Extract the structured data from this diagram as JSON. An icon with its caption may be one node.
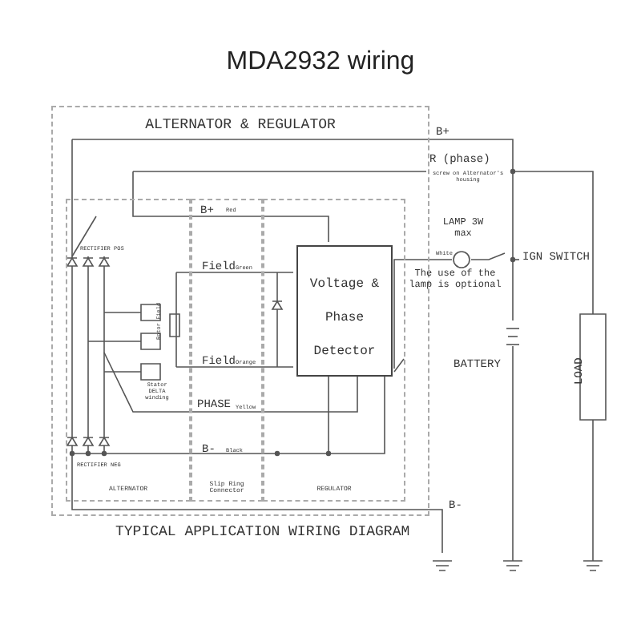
{
  "diagram": {
    "title": "MDA2932 wiring",
    "caption": "TYPICAL APPLICATION WIRING DIAGRAM",
    "nodes": [
      {
        "text": [
          "ALTERNATOR & REGULATOR"
        ]
      },
      {
        "text": [
          "ALTERNATOR"
        ],
        "in": 0
      },
      {
        "text": [
          "Slip Ring Connector"
        ],
        "in": 0
      },
      {
        "text": [
          "REGULATOR"
        ],
        "in": 0
      },
      {
        "text": [
          "Voltage & Phase Detector"
        ],
        "in": 3
      }
    ],
    "labels": [
      "B+",
      "R (phase)",
      "screw on Alternator's housing",
      "B+",
      "Red",
      "Field",
      "Green",
      "Field",
      "Orange",
      "PHASE",
      "Yellow",
      "B-",
      "Black",
      "RECTIFIER POS",
      "RECTIFIER NEG",
      "Stator DELTA winding",
      "Rotor Field",
      "LAMP 3W max",
      "White",
      "IGN SWITCH",
      "The use of the lamp is optional",
      "BATTERY",
      "B-",
      "LOAD"
    ]
  }
}
